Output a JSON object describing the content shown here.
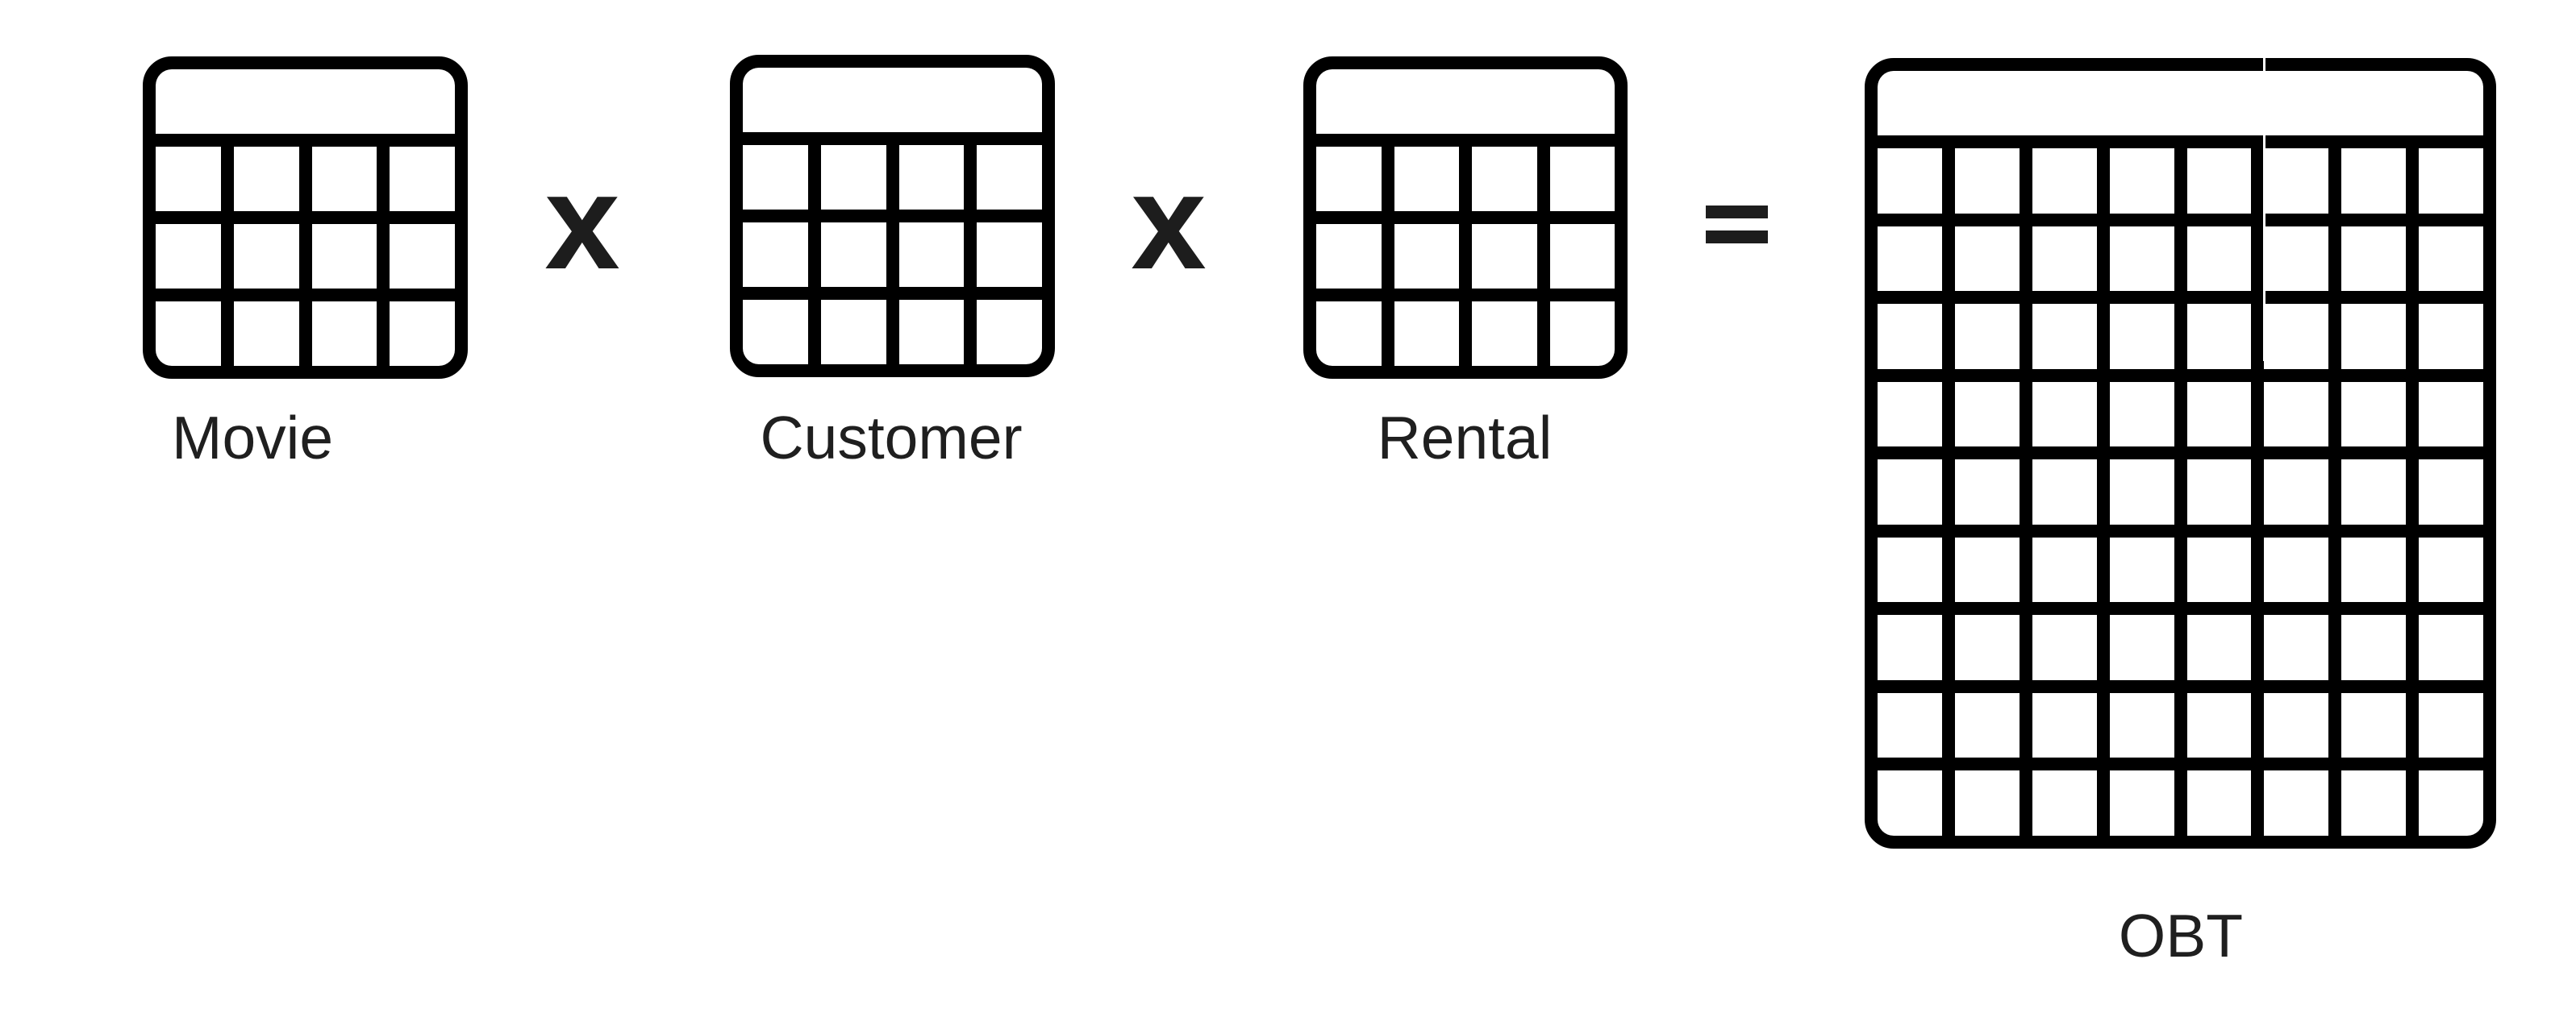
{
  "diagram": {
    "colors": {
      "background": "#ffffff",
      "stroke": "#000000",
      "label_text": "#1f1f1f",
      "operator": "#1d1d1d"
    },
    "tables": [
      {
        "label": "Movie",
        "columns": 4,
        "rows": 3
      },
      {
        "label": "Customer",
        "columns": 4,
        "rows": 3
      },
      {
        "label": "Rental",
        "columns": 4,
        "rows": 3
      },
      {
        "label": "OBT",
        "columns": 8,
        "rows": 9
      }
    ],
    "operators": [
      {
        "symbol": "x"
      },
      {
        "symbol": "x"
      },
      {
        "symbol": "="
      }
    ]
  }
}
